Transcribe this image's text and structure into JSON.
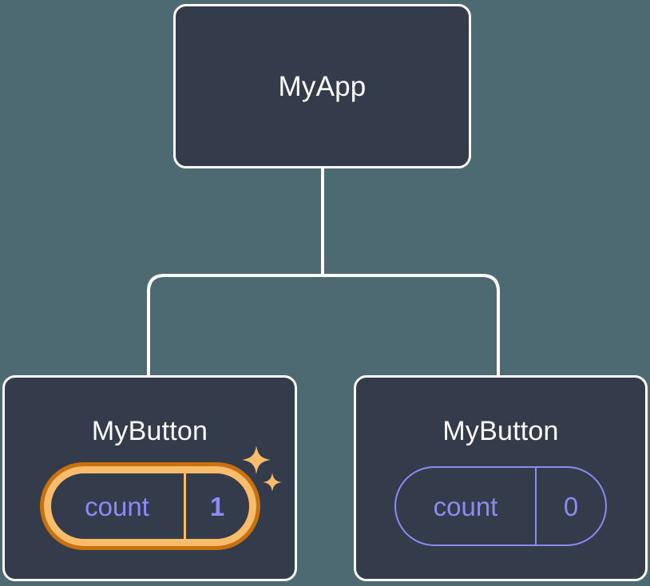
{
  "diagram": {
    "type": "component-tree",
    "background_color": "#4d6a72",
    "node_fill_color": "#343b4b",
    "node_border_color": "#ffffff",
    "connector_color": "#ffffff",
    "highlight_ring_color": "#f9bc6a",
    "highlight_glow_color": "#c9700f",
    "state_accent_color": "#8b8bf0",
    "root": {
      "title": "MyApp"
    },
    "children": [
      {
        "title": "MyButton",
        "state": {
          "key": "count",
          "value": "1",
          "highlighted": true,
          "sparkles": true
        }
      },
      {
        "title": "MyButton",
        "state": {
          "key": "count",
          "value": "0",
          "highlighted": false,
          "sparkles": false
        }
      }
    ]
  }
}
